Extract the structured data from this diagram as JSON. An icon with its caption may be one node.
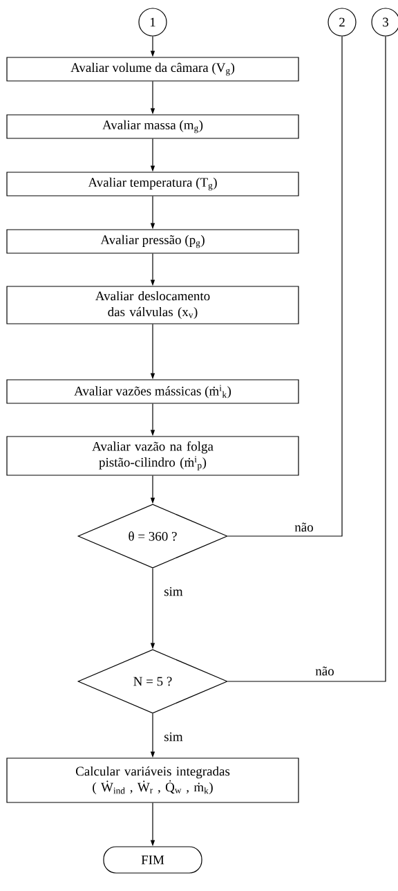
{
  "diagram": {
    "nodes": [
      {
        "text": [
          "1"
        ]
      },
      {
        "text": [
          "2"
        ]
      },
      {
        "text": [
          "3"
        ]
      },
      {
        "text": [
          "Avaliar volume da câmara (V$_{g}$)"
        ]
      },
      {
        "text": [
          "Avaliar massa (m$_{g}$)"
        ]
      },
      {
        "text": [
          "Avaliar temperatura (T$_{g}$)"
        ]
      },
      {
        "text": [
          "Avaliar pressão (p$_{g}$)"
        ]
      },
      {
        "text": [
          "Avaliar deslocamento das válvulas (x$_{v}$)"
        ]
      },
      {
        "text": [
          "Avaliar vazões mássicas (ṁ$^{i}$$_{k}$)"
        ]
      },
      {
        "text": [
          "Avaliar vazão na folga pistão-cilindro (ṁ$^{i}$$_{p}$)"
        ]
      },
      {
        "text": [
          "θ = 360 ?"
        ]
      },
      {
        "text": [
          "N = 5 ?"
        ]
      },
      {
        "text": [
          "Calcular variáveis integradas ( Ẇ$_{ind}$ , Ẇ$_{r}$ , Q̇$_{w}$ , ṁ$_{k}$)"
        ]
      },
      {
        "text": [
          "FIM"
        ]
      }
    ],
    "edges": [
      {
        "from": 0,
        "to": 3,
        "arrow": "to"
      },
      {
        "from": 3,
        "to": 4,
        "arrow": "to"
      },
      {
        "from": 4,
        "to": 5,
        "arrow": "to"
      },
      {
        "from": 5,
        "to": 6,
        "arrow": "to"
      },
      {
        "from": 6,
        "to": 7,
        "arrow": "to"
      },
      {
        "from": 7,
        "to": 8,
        "arrow": "to"
      },
      {
        "from": 8,
        "to": 9,
        "arrow": "to"
      },
      {
        "from": 9,
        "to": 10,
        "arrow": "to"
      },
      {
        "from": 10,
        "to": 11,
        "arrow": "to",
        "label": "sim"
      },
      {
        "from": 10,
        "to": 1,
        "arrow": "none",
        "label": "não"
      },
      {
        "from": 11,
        "to": 12,
        "arrow": "to",
        "label": "sim"
      },
      {
        "from": 11,
        "to": 2,
        "arrow": "none",
        "label": "não"
      },
      {
        "from": 12,
        "to": 13,
        "arrow": "to"
      }
    ]
  }
}
